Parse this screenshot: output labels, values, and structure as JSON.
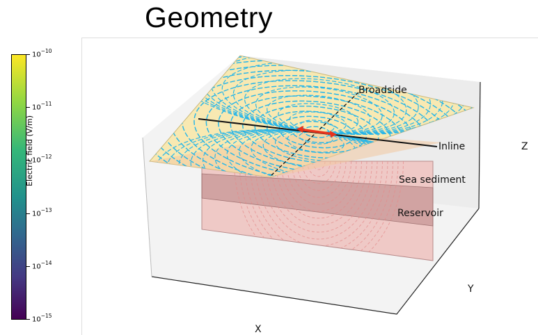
{
  "title": "Geometry",
  "colorbar": {
    "label": "Electric field (V/m)",
    "colormap": "viridis",
    "ticks": [
      {
        "base": "10",
        "exp": "−10"
      },
      {
        "base": "10",
        "exp": "−11"
      },
      {
        "base": "10",
        "exp": "−12"
      },
      {
        "base": "10",
        "exp": "−13"
      },
      {
        "base": "10",
        "exp": "−14"
      },
      {
        "base": "10",
        "exp": "−15"
      }
    ]
  },
  "axes": {
    "x_label": "X",
    "y_label": "Y",
    "z_label": "Z"
  },
  "annotations": {
    "broadside": "Broadside",
    "inline": "Inline",
    "sea_sediment": "Sea sediment",
    "reservoir": "Reservoir"
  },
  "colors": {
    "field_lines": "#29b6e8",
    "seafloor_plane": "#f6e7a8",
    "sediment": "#e9b7b4",
    "reservoir": "#c88a8a",
    "source": "#e8331c"
  }
}
